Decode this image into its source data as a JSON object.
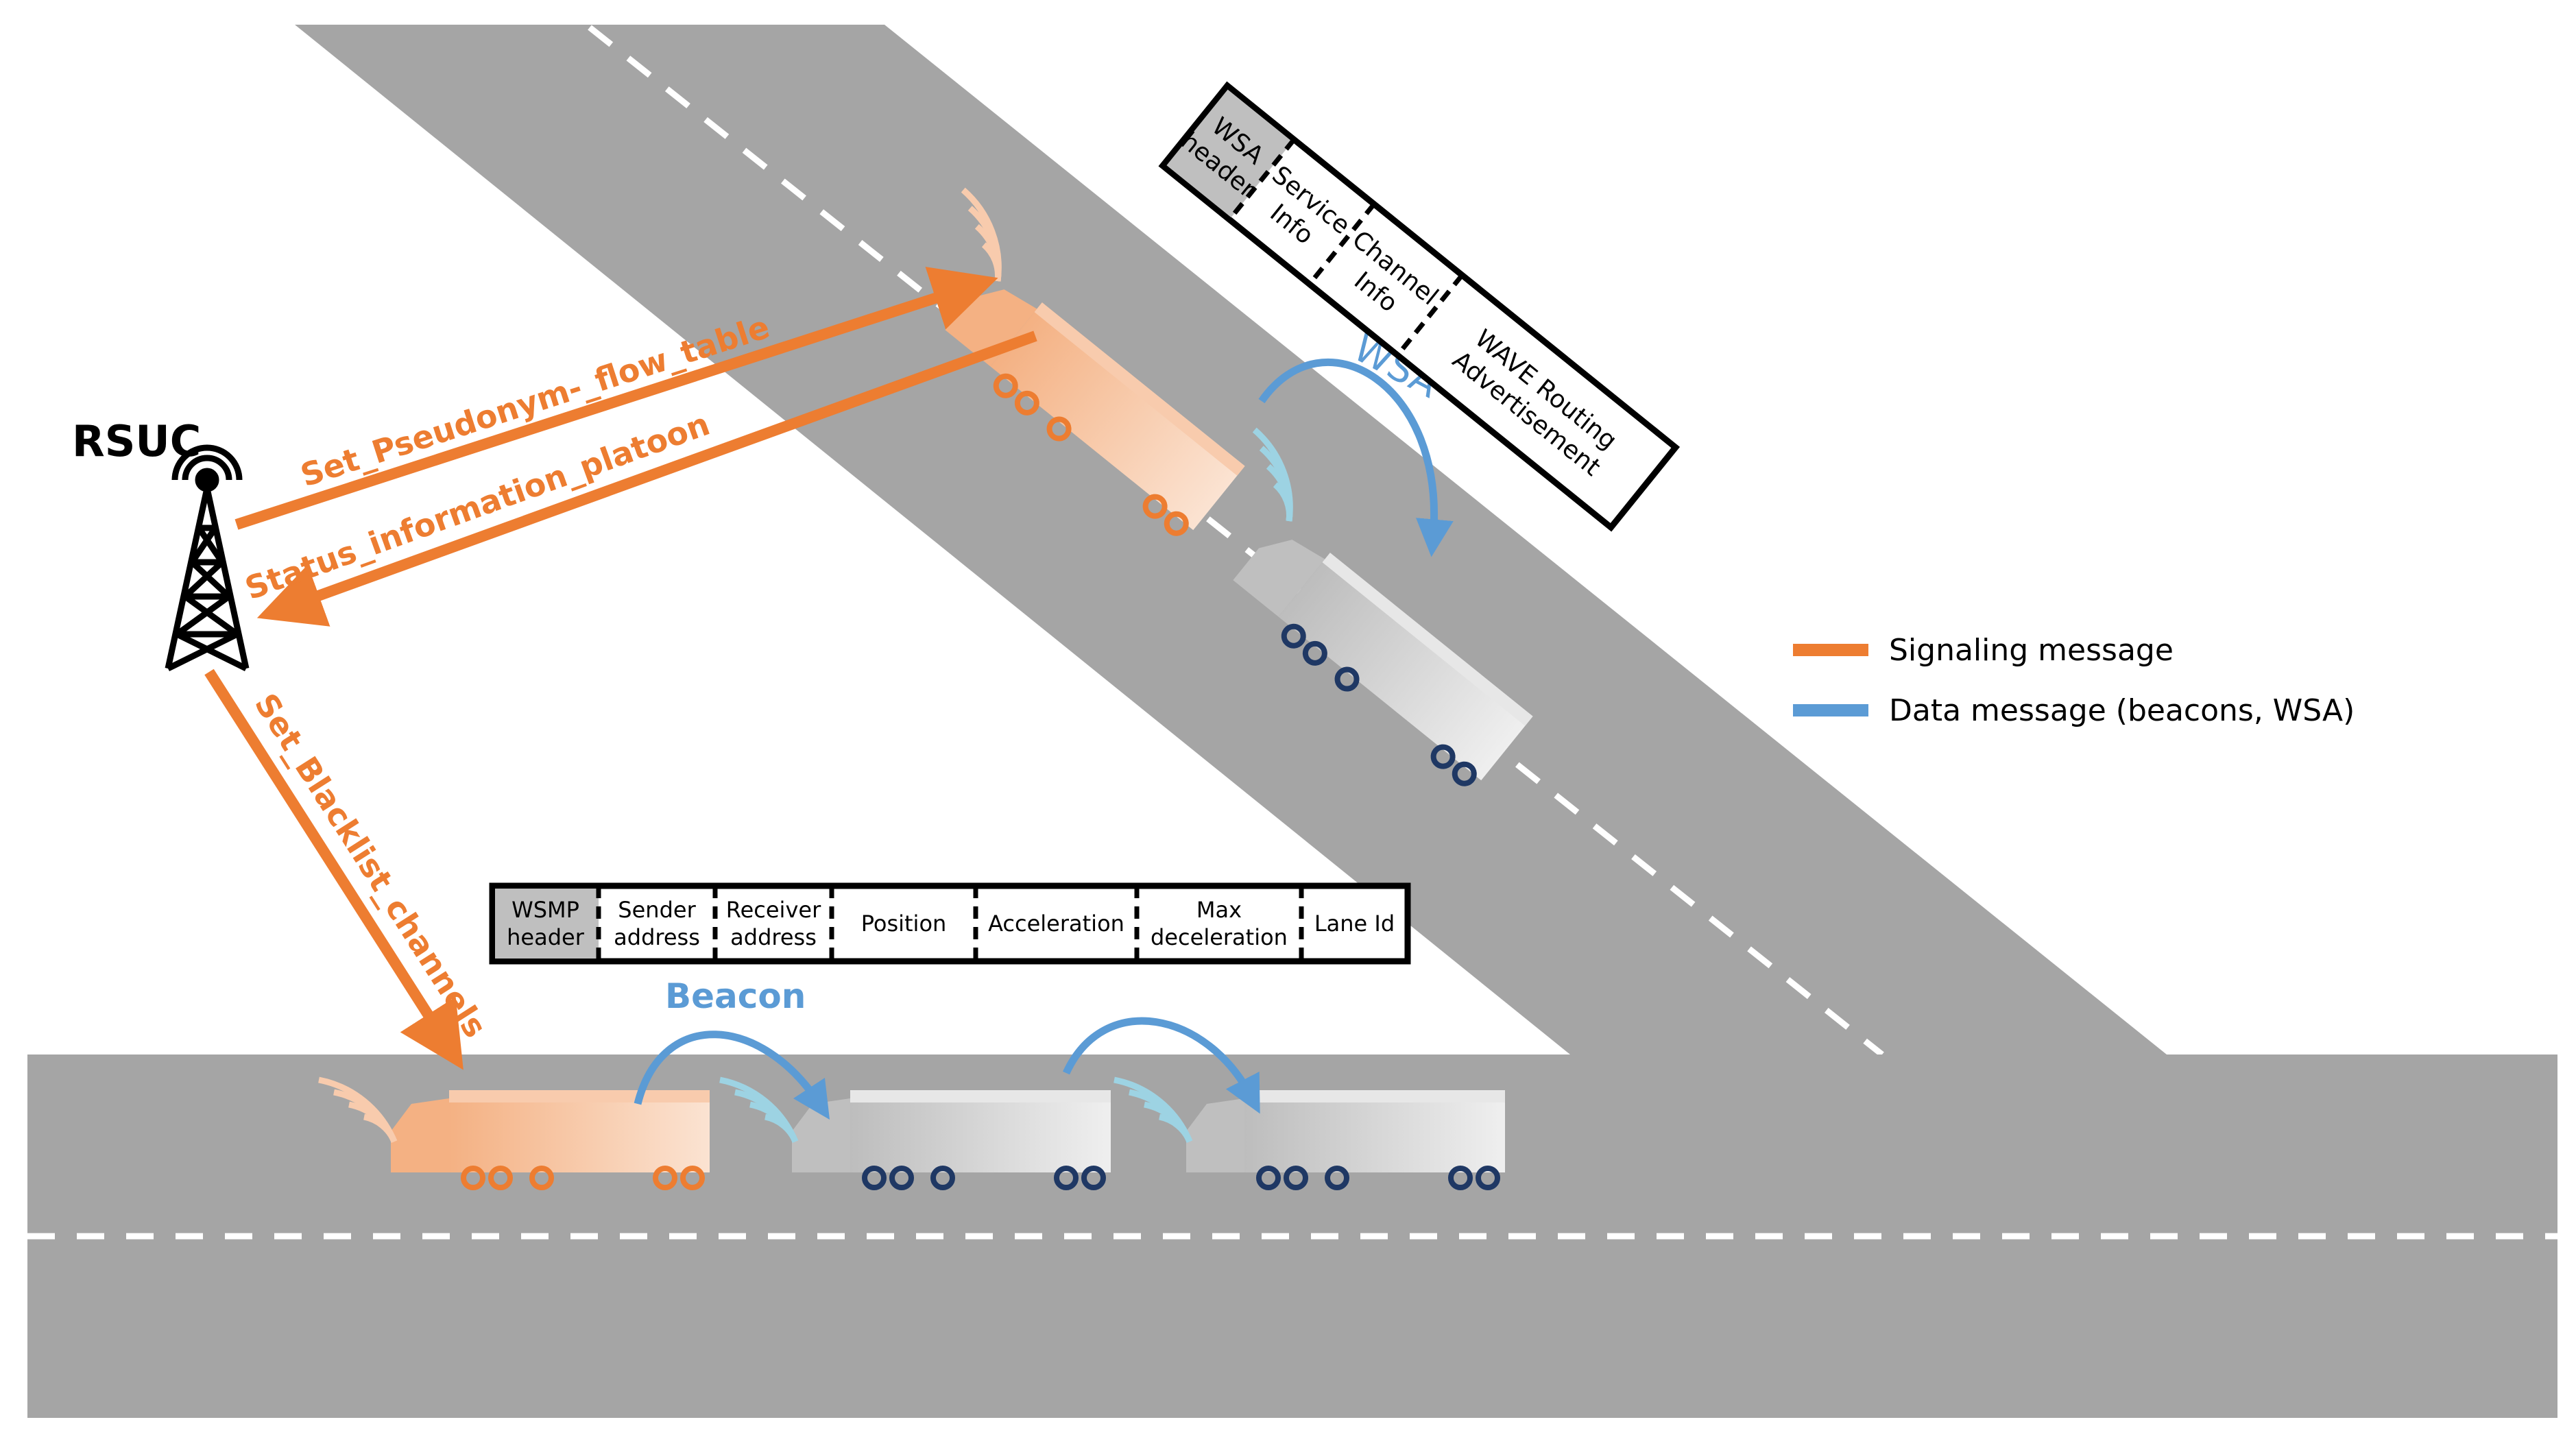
{
  "rsuc": {
    "label": "RSUC"
  },
  "messages": {
    "set_pseudonym": "Set_Pseudonym-_flow_table",
    "status_information": "Status_information_platoon",
    "set_blacklist": "Set_Blacklist_channels",
    "wsa": "WSA",
    "beacon": "Beacon"
  },
  "wsa_frame": {
    "fields": [
      {
        "lines": [
          "WSA",
          "header"
        ],
        "header": true
      },
      {
        "lines": [
          "Service",
          "Info"
        ],
        "header": false
      },
      {
        "lines": [
          "Channel",
          "Info"
        ],
        "header": false
      },
      {
        "lines": [
          "WAVE Routing",
          "Advertisement"
        ],
        "header": false
      }
    ]
  },
  "wsmp_frame": {
    "fields": [
      {
        "lines": [
          "WSMP",
          "header"
        ],
        "header": true
      },
      {
        "lines": [
          "Sender",
          "address"
        ],
        "header": false
      },
      {
        "lines": [
          "Receiver",
          "address"
        ],
        "header": false
      },
      {
        "lines": [
          "Position"
        ],
        "header": false
      },
      {
        "lines": [
          "Acceleration"
        ],
        "header": false
      },
      {
        "lines": [
          "Max",
          "deceleration"
        ],
        "header": false
      },
      {
        "lines": [
          "Lane Id"
        ],
        "header": false
      }
    ]
  },
  "legend": [
    {
      "label": "Signaling message",
      "color": "#ED7D31"
    },
    {
      "label": "Data message (beacons, WSA)",
      "color": "#5B9BD5"
    }
  ],
  "colors": {
    "road": "#A5A5A5",
    "signaling": "#ED7D31",
    "data": "#5B9BD5",
    "leader_truck": "#F4B183",
    "follower_truck": "#D0D0D0",
    "header_cell": "#BFBFBF"
  },
  "icons": [
    "antenna-tower-icon",
    "truck-icon",
    "wireless-signal-icon"
  ]
}
